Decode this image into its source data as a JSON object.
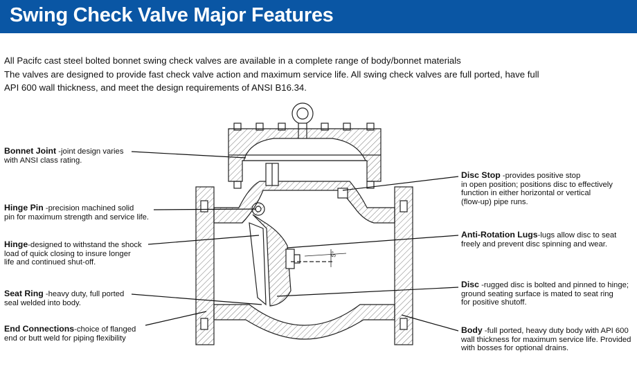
{
  "header": {
    "title": "Swing Check Valve Major Features",
    "bg_color": "#0a56a4"
  },
  "intro": {
    "lines": [
      "All Pacifc cast steel bolted bonnet swing check valves are available in a complete range of body/bonnet materials",
      "The valves are designed to provide fast check valve action and maximum service life. All swing check valves are full ported, have full",
      "API 600 wall thickness, and meet the design requirements of ANSI B16.34."
    ]
  },
  "callouts": {
    "bonnet_joint": {
      "label": "Bonnet Joint",
      "line1": " -joint design varies",
      "line2": "with ANSI class rating."
    },
    "hinge_pin": {
      "label": "Hinge Pin",
      "line1": " -precision machined solid",
      "line2": "pin for maximum strength and service life."
    },
    "hinge": {
      "label": "Hinge",
      "line1": "-designed to withstand the shock",
      "line2": "load of quick closing to insure longer",
      "line3": "life and continued shut-off."
    },
    "seat_ring": {
      "label": "Seat Ring",
      "line1": " -heavy duty, full ported",
      "line2": "seal welded into body."
    },
    "end_connections": {
      "label": "End Connections",
      "line1": "-choice of flanged",
      "line2": "end or butt weld for piping flexibility"
    },
    "disc_stop": {
      "label": "Disc Stop",
      "line1": " -provides positive stop",
      "line2": "in open position; positions disc to effectively",
      "line3": "function in either horizontal or vertical",
      "line4": "(flow-up) pipe runs."
    },
    "anti_rotation": {
      "label": "Anti-Rotation Lugs",
      "line1": "-lugs allow disc to seat",
      "line2": "freely and prevent disc spinning and wear."
    },
    "disc": {
      "label": "Disc",
      "line1": " -rugged disc is bolted and pinned to hinge;",
      "line2": "ground seating surface is mated to seat ring",
      "line3": "for positive shutoff."
    },
    "body": {
      "label": "Body",
      "line1": " -full ported, heavy duty body with API 600",
      "line2": "wall thickness for maximum service life. Provided",
      "line3": "with bosses for optional drains."
    }
  },
  "drawing": {
    "angle_label": "5°",
    "line_color": "#222222",
    "hatch_color": "#444444"
  }
}
